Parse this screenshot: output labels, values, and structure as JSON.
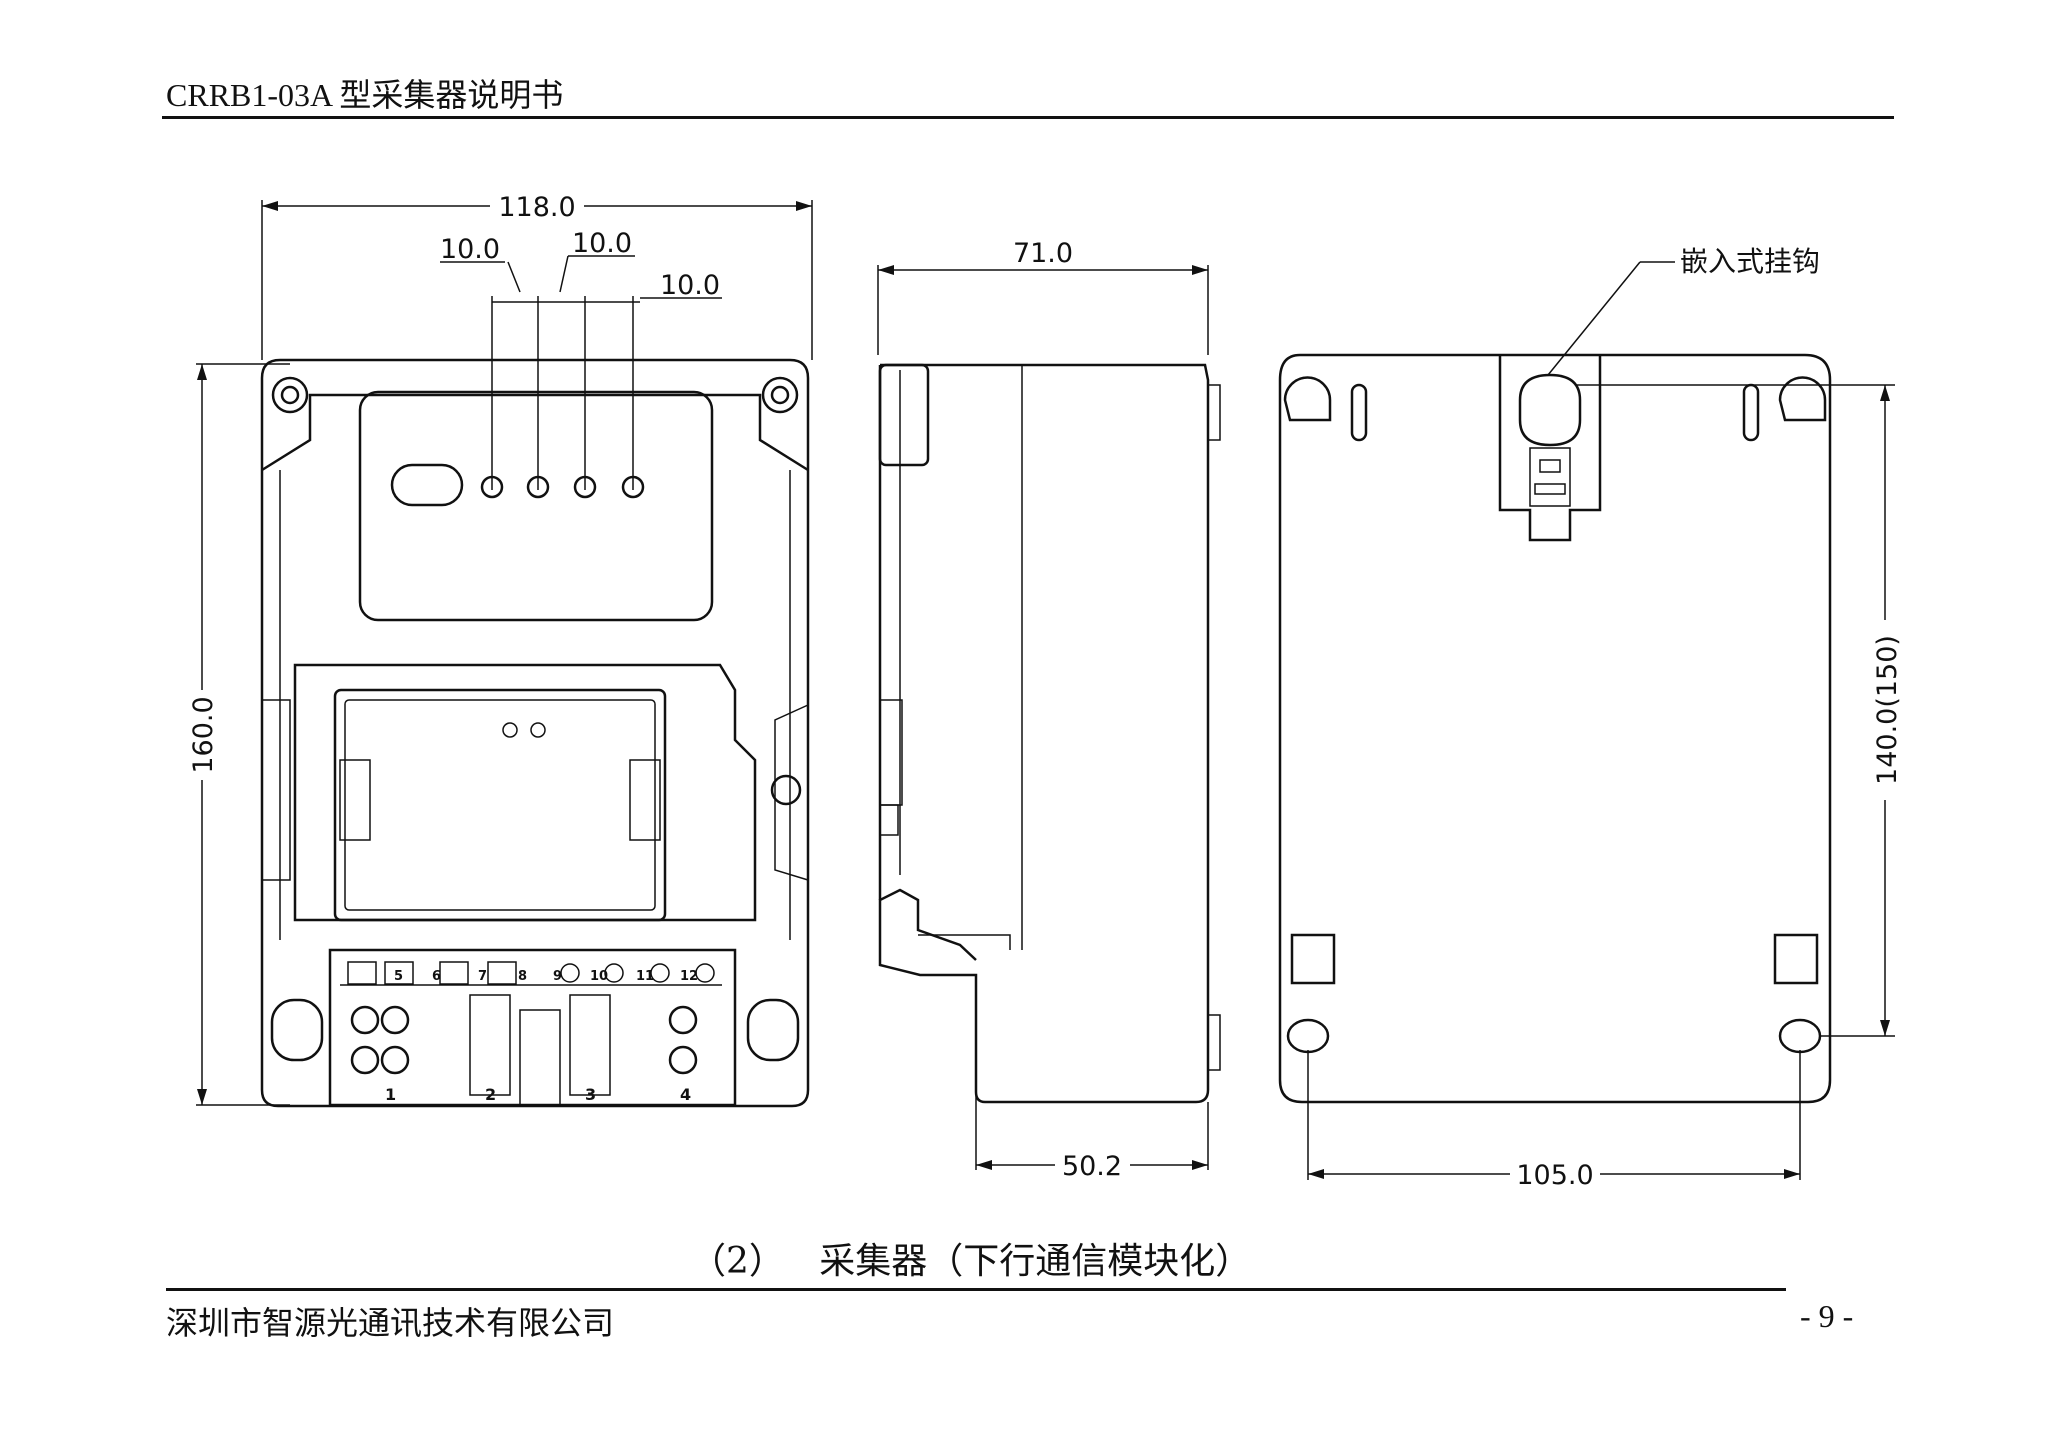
{
  "header": {
    "title": "CRRB1-03A 型采集器说明书"
  },
  "footer": {
    "company": "深圳市智源光通讯技术有限公司",
    "page": "- 9 -"
  },
  "caption": "（2）   采集器（下行通信模块化）",
  "drawing": {
    "front_view": {
      "dims": {
        "width": "118.0",
        "height": "160.0",
        "spacing_a": "10.0",
        "spacing_b": "10.0",
        "spacing_c": "10.0"
      },
      "terminal_numbers": [
        "5",
        "6",
        "7",
        "8",
        "9",
        "10",
        "11",
        "12"
      ],
      "terminal_groups": [
        "1",
        "2",
        "3",
        "4"
      ]
    },
    "side_view": {
      "dims": {
        "depth": "71.0",
        "lower_depth": "50.2"
      }
    },
    "back_view": {
      "dims": {
        "width": "105.0",
        "height": "140.0(150)"
      },
      "callout": "嵌入式挂钩"
    }
  }
}
